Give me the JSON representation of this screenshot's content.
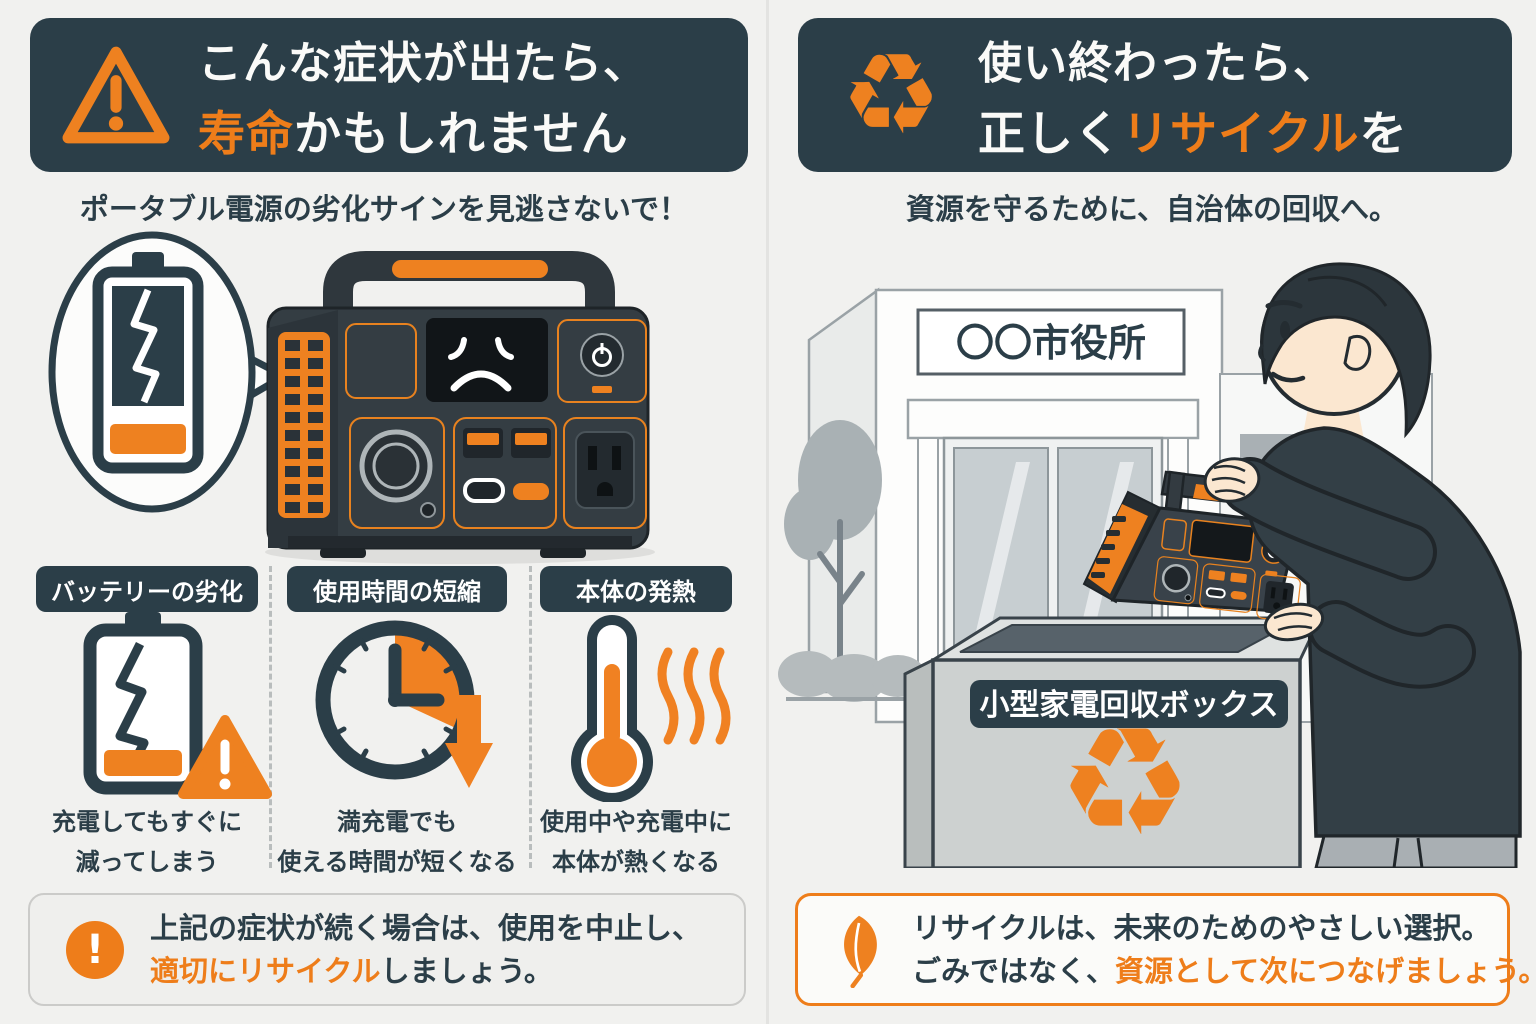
{
  "colors": {
    "accent_orange": "#EE8120",
    "dark_teal": "#2B3E48",
    "background": "#F1F1EF",
    "badge_text": "#FFFFFF",
    "notice_left_bg": "#EFEFED",
    "notice_right_border": "#EE7D1A"
  },
  "icons": {
    "left_header": "warning-triangle-icon",
    "right_header": "recycle-icon",
    "left_notice": "alert-circle-icon",
    "right_notice": "leaf-icon",
    "recycle_glyph": "♻",
    "alert_glyph": "!"
  },
  "left": {
    "header": {
      "line1": "こんな症状が出たら、",
      "line2_accent": "寿命",
      "line2_rest": "かもしれません"
    },
    "subtitle": "ポータブル電源の劣化サインを見逃さないで！",
    "symptoms": [
      {
        "label": "バッテリーの劣化",
        "icon": "cracked-battery-alert-icon",
        "desc1": "充電してもすぐに",
        "desc2": "減ってしまう"
      },
      {
        "label": "使用時間の短縮",
        "icon": "clock-decrease-icon",
        "desc1": "満充電でも",
        "desc2": "使える時間が短くなる"
      },
      {
        "label": "本体の発熱",
        "icon": "thermometer-heat-icon",
        "desc1": "使用中や充電中に",
        "desc2": "本体が熱くなる"
      }
    ],
    "notice": {
      "line1": "上記の症状が続く場合は、使用を中止し、",
      "line2_accent": "適切にリサイクル",
      "line2_rest": "しましょう。"
    }
  },
  "right": {
    "header": {
      "line1": "使い終わったら、",
      "line2_pre": "正しく",
      "line2_accent": "リサイクル",
      "line2_post": "を"
    },
    "subtitle": "資源を守るために、自治体の回収へ。",
    "scene": {
      "building_sign": "〇〇市役所",
      "box_label": "小型家電回収ボックス"
    },
    "notice": {
      "line1": "リサイクルは、未来のためのやさしい選択。",
      "line2_pre": "ごみではなく、",
      "line2_accent": "資源として次につなげましょう。"
    }
  }
}
